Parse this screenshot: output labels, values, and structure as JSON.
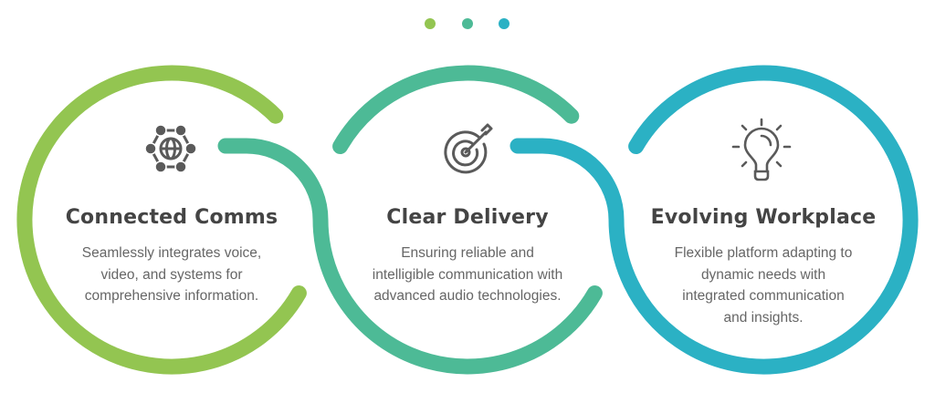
{
  "colors": {
    "green": "#93C551",
    "teal": "#4DBA96",
    "cyan": "#2BB1C4",
    "icon": "#5A5A5A",
    "title": "#444444",
    "body": "#666666"
  },
  "pager": {
    "dots": 3
  },
  "items": [
    {
      "title": "Connected Comms",
      "icon": "network-globe-icon",
      "lines": [
        "Seamlessly integrates voice,",
        "video, and systems for",
        "comprehensive information."
      ]
    },
    {
      "title": "Clear Delivery",
      "icon": "target-arrow-icon",
      "lines": [
        "Ensuring reliable and",
        "intelligible communication with",
        "advanced audio technologies."
      ]
    },
    {
      "title": "Evolving Workplace",
      "icon": "lightbulb-icon",
      "lines": [
        "Flexible platform adapting to",
        "dynamic needs with",
        "integrated communication",
        "and insights."
      ]
    }
  ]
}
